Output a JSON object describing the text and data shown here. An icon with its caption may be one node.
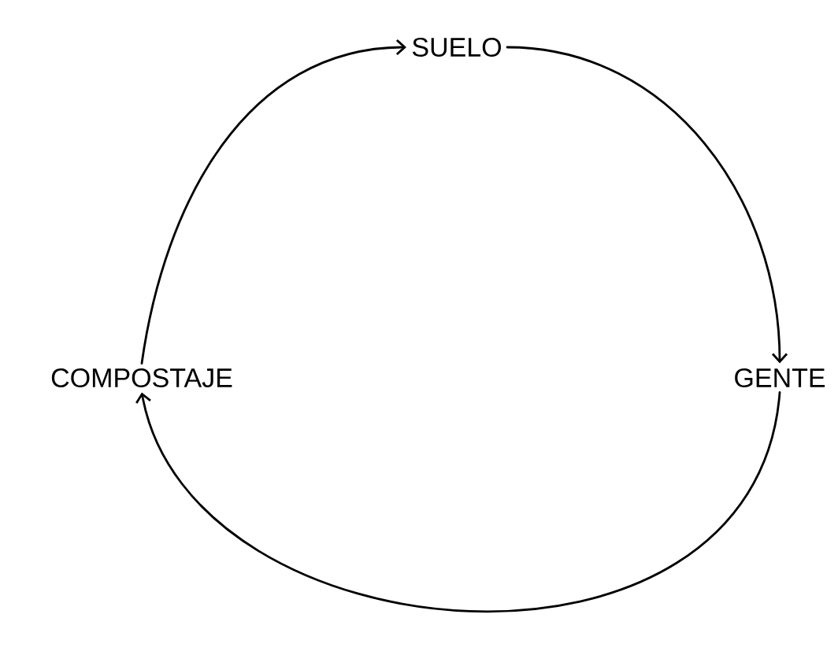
{
  "diagram": {
    "nodes": [
      {
        "text": [
          "SUELO"
        ]
      },
      {
        "text": [
          "GENTE"
        ]
      },
      {
        "text": [
          "COMPOSTAJE"
        ]
      }
    ],
    "edges": [
      {
        "from": 2,
        "to": 0,
        "arrow": "to"
      },
      {
        "from": 0,
        "to": 1,
        "arrow": "to"
      },
      {
        "from": 1,
        "to": 2,
        "arrow": "to"
      }
    ]
  }
}
